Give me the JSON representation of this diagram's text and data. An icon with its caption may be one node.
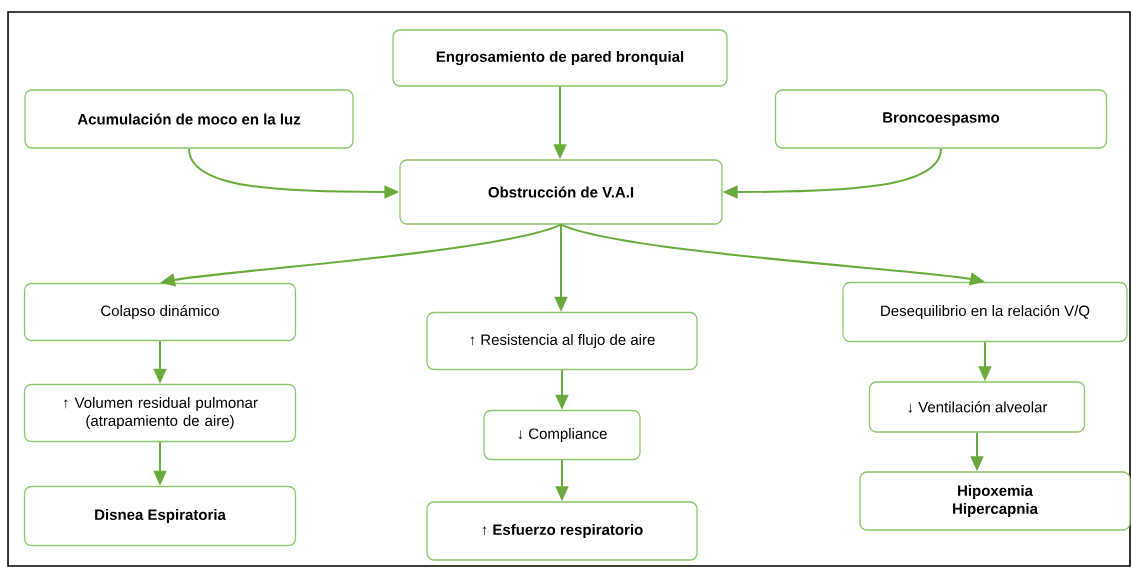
{
  "diagram": {
    "nodes": [
      {
        "text": [
          "Engrosamiento de pared bronquial"
        ]
      },
      {
        "text": [
          "Acumulación de moco en la luz"
        ]
      },
      {
        "text": [
          "Broncoespasmo"
        ]
      },
      {
        "text": [
          "Obstrucción de V.A.I"
        ]
      },
      {
        "text": [
          "Colapso dinámico"
        ]
      },
      {
        "text": [
          "↑ Resistencia al flujo de aire"
        ]
      },
      {
        "text": [
          "Desequilibrio en la relación V/Q"
        ]
      },
      {
        "text": [
          "↑ Volumen residual pulmonar (atrapamiento de aire)"
        ]
      },
      {
        "text": [
          "↓ Compliance"
        ]
      },
      {
        "text": [
          "↓ Ventilación alveolar"
        ]
      },
      {
        "text": [
          "Disnea Espiratoria"
        ]
      },
      {
        "text": [
          "↑ Esfuerzo respiratorio"
        ]
      },
      {
        "text": [
          "Hipoxemia",
          "Hipercapnia"
        ]
      }
    ],
    "edges": [
      {
        "from": 0,
        "to": 3,
        "arrow": "to"
      },
      {
        "from": 1,
        "to": 3,
        "arrow": "to"
      },
      {
        "from": 2,
        "to": 3,
        "arrow": "to"
      },
      {
        "from": 3,
        "to": 4,
        "arrow": "to"
      },
      {
        "from": 3,
        "to": 5,
        "arrow": "to"
      },
      {
        "from": 3,
        "to": 6,
        "arrow": "to"
      },
      {
        "from": 4,
        "to": 7,
        "arrow": "to"
      },
      {
        "from": 7,
        "to": 10,
        "arrow": "to"
      },
      {
        "from": 5,
        "to": 8,
        "arrow": "to"
      },
      {
        "from": 8,
        "to": 11,
        "arrow": "to"
      },
      {
        "from": 6,
        "to": 9,
        "arrow": "to"
      },
      {
        "from": 9,
        "to": 12,
        "arrow": "to"
      }
    ]
  }
}
